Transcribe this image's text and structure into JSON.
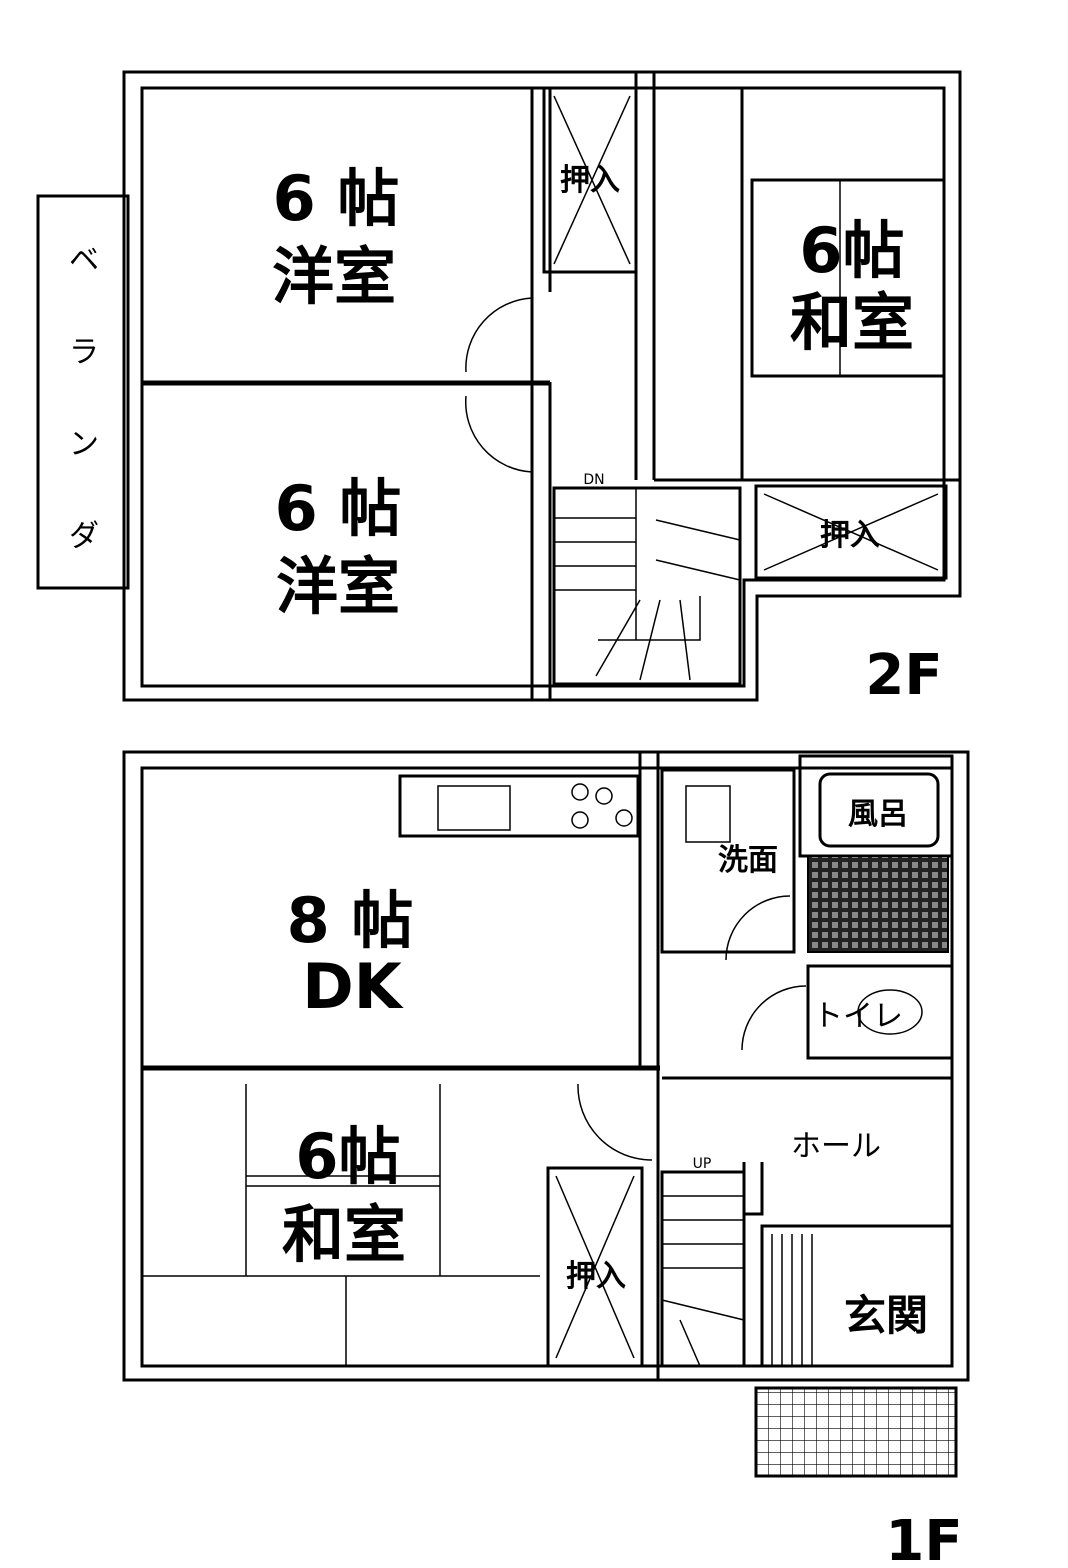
{
  "floor2": {
    "label": "2F",
    "room_a": {
      "size": "6 帖",
      "type": "洋室"
    },
    "room_b": {
      "size": "6 帖",
      "type": "洋室"
    },
    "room_c": {
      "size": "6帖",
      "type": "和室"
    },
    "closet_top": "押入",
    "closet_right": "押入",
    "veranda": "ベランダ",
    "stair_mark": "DN"
  },
  "floor1": {
    "label": "1F",
    "dk": {
      "size": "8 帖",
      "type": "DK"
    },
    "washitsu": {
      "size": "6帖",
      "type": "和室"
    },
    "closet": "押入",
    "bath": "風呂",
    "washroom": "洗面",
    "toilet": "トイレ",
    "hall": "ホール",
    "entrance": "玄関",
    "stair_mark": "UP"
  }
}
